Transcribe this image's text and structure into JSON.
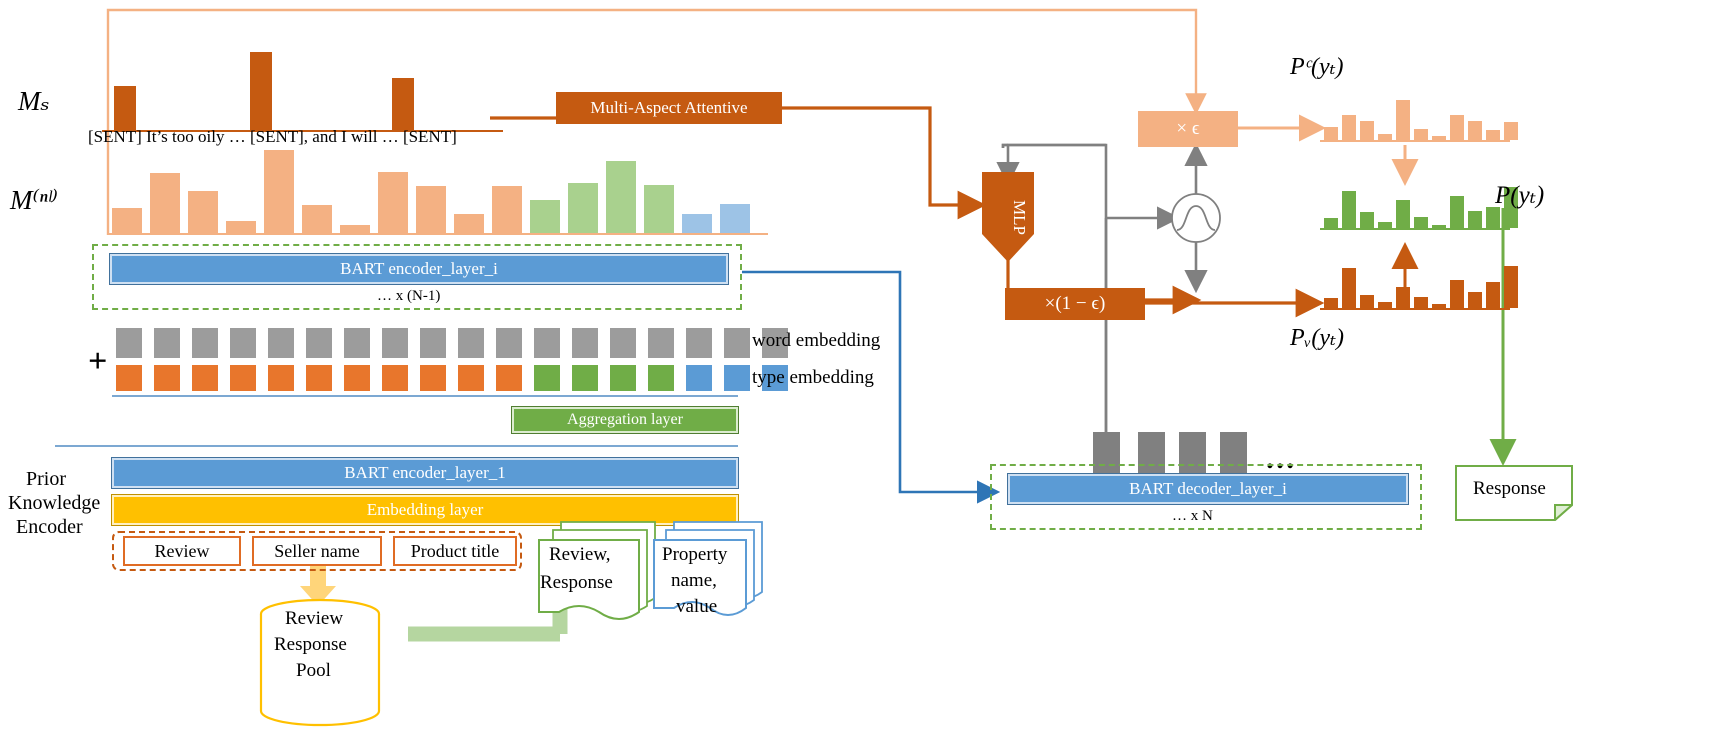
{
  "labels": {
    "m_s": "Mₛ",
    "m_nl": "M⁽ⁿˡ⁾",
    "sentence_text": "[SENT] It’s too oily …  [SENT], and I will … [SENT]",
    "multi_aspect": "Multi-Aspect Attentive",
    "mlp": "MLP",
    "times_eps": "× ϵ",
    "times_one_minus_eps": "×(1 − ϵ)",
    "pc_yt": "Pᶜ(yₜ)",
    "pv_yt": "Pᵥ(yₜ)",
    "p_yt": "P(yₜ)",
    "bart_encoder_layer_i": "BART encoder_layer_i",
    "bart_encoder_layer_1": "BART encoder_layer_1",
    "bart_decoder_layer_i": "BART decoder_layer_i",
    "repeat_encoder": "… x (N-1)",
    "repeat_decoder": "…  x N",
    "word_embedding": "word embedding",
    "type_embedding": "type embedding",
    "plus_sign": "+",
    "aggregation_layer": "Aggregation layer",
    "embedding_layer": "Embedding layer",
    "prior_knowledge_encoder": "Prior\nKnowledge\nEncoder",
    "prior_line1": "Prior",
    "prior_line2": "Knowledge",
    "prior_line3": "Encoder",
    "review": "Review",
    "seller_name": "Seller name",
    "product_title": "Product title",
    "review_response_pool_l1": "Review",
    "review_response_pool_l2": "Response",
    "review_response_pool_l3": "Pool",
    "review_response_doc_l1": "Review,",
    "review_response_doc_l2": "Response",
    "property_doc_l1": "Property",
    "property_doc_l2": "name,",
    "property_doc_l3": "value",
    "response": "Response",
    "ellipsis_dots": "…"
  },
  "colors": {
    "dark_orange": "#c55a11",
    "mid_orange": "#e06c24",
    "light_orange": "#f4b183",
    "pale_orange": "#fbcfaa",
    "green": "#70ad47",
    "light_green": "#a9d18e",
    "blue": "#5b9bd5",
    "light_blue": "#9dc3e6",
    "gray": "#848484",
    "yellow": "#ffc000",
    "pale_yellow": "#ffe399"
  },
  "chart_data": [
    {
      "id": "m_s_chart",
      "type": "bar",
      "title": "M_s sentence-level attention",
      "color": "#c55a11",
      "n": 24,
      "values": [
        0,
        0,
        0.45,
        0,
        0,
        0,
        0,
        0,
        0,
        0,
        0,
        0.95,
        0,
        0,
        0,
        0,
        0,
        0,
        0.62,
        0,
        0,
        0,
        0,
        0
      ],
      "ylim": [
        0,
        1
      ]
    },
    {
      "id": "m_nl_chart",
      "type": "bar",
      "title": "M^(n_l) token-level attention",
      "n": 18,
      "values": [
        0.3,
        0.72,
        0.5,
        0.13,
        1.0,
        0.33,
        0.08,
        0.73,
        0.57,
        0.23,
        0.57,
        0.4,
        0.6,
        0.88,
        0.58,
        0.22,
        0.33,
        0.0
      ],
      "colors": [
        "#f4b183",
        "#f4b183",
        "#f4b183",
        "#f4b183",
        "#f4b183",
        "#f4b183",
        "#f4b183",
        "#f4b183",
        "#f4b183",
        "#f4b183",
        "#f4b183",
        "#a9d18e",
        "#a9d18e",
        "#a9d18e",
        "#a9d18e",
        "#9dc3e6",
        "#9dc3e6",
        "#9dc3e6"
      ],
      "ylim": [
        0,
        1
      ]
    },
    {
      "id": "pc_chart",
      "type": "bar",
      "title": "P_c(y_t) copy distribution",
      "color": "#f4b183",
      "n": 11,
      "values": [
        0.32,
        0.62,
        0.48,
        0.14,
        1.0,
        0.28,
        0.07,
        0.62,
        0.48,
        0.26,
        0.45
      ],
      "ylim": [
        0,
        1
      ]
    },
    {
      "id": "p_chart",
      "type": "bar",
      "title": "P(y_t) final distribution",
      "color": "#70ad47",
      "n": 11,
      "values": [
        0.22,
        0.8,
        0.35,
        0.12,
        0.62,
        0.24,
        0.05,
        0.7,
        0.38,
        0.45,
        0.88
      ],
      "ylim": [
        0,
        1
      ]
    },
    {
      "id": "pv_chart",
      "type": "bar",
      "title": "P_v(y_t) vocabulary distribution",
      "color": "#c55a11",
      "n": 11,
      "values": [
        0.22,
        0.88,
        0.28,
        0.12,
        0.45,
        0.23,
        0.07,
        0.62,
        0.34,
        0.58,
        0.92
      ],
      "ylim": [
        0,
        1
      ]
    }
  ],
  "embeddings": {
    "word_count": 18,
    "type_colors": [
      "#e8762c",
      "#e8762c",
      "#e8762c",
      "#e8762c",
      "#e8762c",
      "#e8762c",
      "#e8762c",
      "#e8762c",
      "#e8762c",
      "#e8762c",
      "#e8762c",
      "#70ad47",
      "#70ad47",
      "#70ad47",
      "#70ad47",
      "#5b9bd5",
      "#5b9bd5",
      "#5b9bd5"
    ],
    "word_color": "#9c9c9c"
  },
  "decoder_blocks": {
    "count": 4,
    "color": "#808080"
  }
}
